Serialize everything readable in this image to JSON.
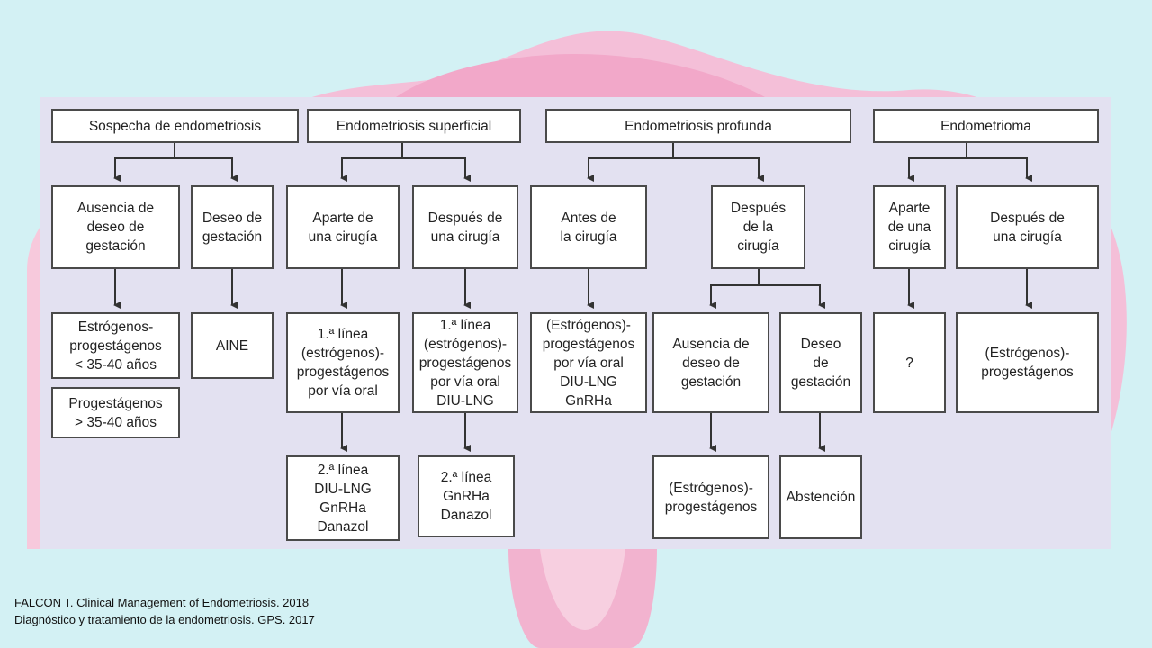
{
  "headers": {
    "sospecha": "Sospecha de endometriosis",
    "superficial": "Endometriosis superficial",
    "profunda": "Endometriosis profunda",
    "endometrioma": "Endometrioma"
  },
  "col1": {
    "ausencia": "Ausencia de\ndeseo de\ngestación",
    "deseo": "Deseo de\ngestación",
    "estrogenos_lt": "Estrógenos-\nprogestágenos\n< 35-40 años",
    "progestagenos_gt": "Progestágenos\n> 35-40 años",
    "aine": "AINE"
  },
  "col2": {
    "aparte": "Aparte de\nuna cirugía",
    "despues": "Después de\nuna cirugía",
    "linea1_a": "1.ª línea\n(estrógenos)-\nprogestágenos\npor vía oral",
    "linea1_b": "1.ª línea\n(estrógenos)-\nprogestágenos\npor vía oral\nDIU-LNG",
    "linea2_a": "2.ª línea\nDIU-LNG\nGnRHa\nDanazol",
    "linea2_b": "2.ª línea\nGnRHa\nDanazol"
  },
  "col3": {
    "antes": "Antes de\nla cirugía",
    "despues": "Después\nde la\ncirugía",
    "antes_tx": "(Estrógenos)-\nprogestágenos\npor vía oral\nDIU-LNG\nGnRHa",
    "ausencia": "Ausencia de\ndeseo de\ngestación",
    "deseo": "Deseo\nde\ngestación",
    "estrogenos": "(Estrógenos)-\nprogestágenos",
    "abstencion": "Abstención"
  },
  "col4": {
    "aparte": "Aparte\nde una\ncirugía",
    "despues": "Después de\nuna cirugía",
    "question": "?",
    "estrogenos": "(Estrógenos)-\nprogestágenos"
  },
  "caption": {
    "line1": "FALCON T. Clinical Management of Endometriosis. 2018",
    "line2": "Diagnóstico y tratamiento de la endometriosis. GPS. 2017"
  }
}
